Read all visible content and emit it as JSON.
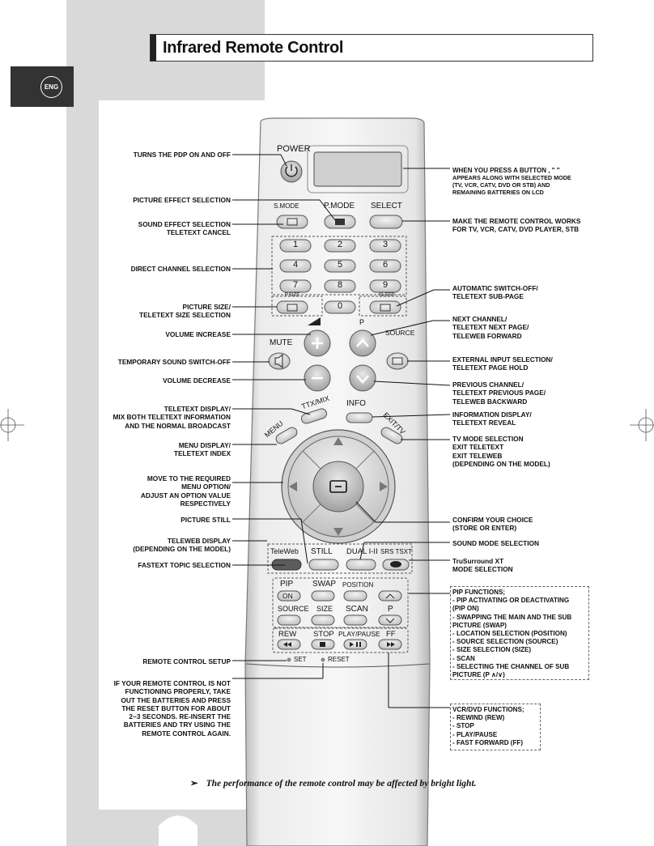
{
  "page": {
    "title": "Infrared Remote Control",
    "lang": "ENG",
    "footnote": "The performance of the remote control may be affected by bright light.",
    "footnote_arrow": "➢"
  },
  "remote": {
    "power": "POWER",
    "smode": "S.MODE",
    "pmode": "P.MODE",
    "select": "SELECT",
    "digits": [
      "1",
      "2",
      "3",
      "4",
      "5",
      "6",
      "7",
      "8",
      "9",
      "0"
    ],
    "psize": "P.SIZE",
    "sleep": "SLEEP",
    "p_label": "P",
    "source": "SOURCE",
    "mute": "MUTE",
    "ttx": "TTX/MIX",
    "info": "INFO",
    "menu": "MENU",
    "exit": "EXIT/TV",
    "teleweb": "TeleWeb",
    "still": "STILL",
    "dual": "DUAL I-II",
    "srs": "SRS TSXT",
    "pip": "PIP",
    "on": "ON",
    "swap": "SWAP",
    "position": "POSITION",
    "source2": "SOURCE",
    "size": "SIZE",
    "scan": "SCAN",
    "p2": "P",
    "rew": "REW",
    "stop": "STOP",
    "playpause": "PLAY/PAUSE",
    "ff": "FF",
    "set": "SET",
    "reset": "RESET"
  },
  "left_labels": [
    {
      "lines": [
        "TURNS THE PDP ON AND OFF"
      ]
    },
    {
      "lines": [
        "PICTURE EFFECT SELECTION"
      ]
    },
    {
      "lines": [
        "SOUND EFFECT SELECTION",
        "TELETEXT CANCEL"
      ]
    },
    {
      "lines": [
        "DIRECT CHANNEL SELECTION"
      ]
    },
    {
      "lines": [
        "PICTURE SIZE/",
        "TELETEXT SIZE SELECTION"
      ]
    },
    {
      "lines": [
        "VOLUME INCREASE"
      ]
    },
    {
      "lines": [
        "TEMPORARY SOUND SWITCH-OFF"
      ]
    },
    {
      "lines": [
        "VOLUME DECREASE"
      ]
    },
    {
      "lines": [
        "TELETEXT DISPLAY/",
        "MIX BOTH TELETEXT INFORMATION",
        "AND THE NORMAL BROADCAST"
      ]
    },
    {
      "lines": [
        "MENU DISPLAY/",
        "TELETEXT INDEX"
      ]
    },
    {
      "lines": [
        "MOVE TO THE REQUIRED",
        "MENU OPTION/",
        "ADJUST AN OPTION VALUE",
        "RESPECTIVELY"
      ]
    },
    {
      "lines": [
        "PICTURE STILL"
      ]
    },
    {
      "lines": [
        "TELEWEB DISPLAY",
        "(DEPENDING ON THE MODEL)"
      ]
    },
    {
      "lines": [
        "FASTEXT TOPIC SELECTION"
      ]
    },
    {
      "lines": [
        "REMOTE CONTROL SETUP"
      ]
    },
    {
      "lines": [
        "IF YOUR REMOTE CONTROL IS NOT",
        "FUNCTIONING PROPERLY, TAKE",
        "OUT THE BATTERIES AND PRESS",
        "THE RESET BUTTON FOR ABOUT",
        "2~3 SECONDS. RE-INSERT THE",
        "BATTERIES AND TRY  USING THE",
        "REMOTE CONTROL AGAIN."
      ]
    }
  ],
  "right_labels": [
    {
      "lines": [
        "WHEN YOU PRESS A BUTTON , \" \"",
        "APPEARS ALONG WITH SELECTED MODE",
        "(TV, VCR, CATV, DVD OR STB) AND",
        "REMAINING BATTERIES ON LCD"
      ]
    },
    {
      "lines": [
        "MAKE THE REMOTE CONTROL WORKS",
        "FOR TV, VCR, CATV, DVD PLAYER, STB"
      ]
    },
    {
      "lines": [
        "AUTOMATIC SWITCH-OFF/",
        "TELETEXT SUB-PAGE"
      ]
    },
    {
      "lines": [
        "NEXT CHANNEL/",
        "TELETEXT NEXT PAGE/",
        "TELEWEB FORWARD"
      ]
    },
    {
      "lines": [
        "EXTERNAL INPUT SELECTION/",
        "TELETEXT PAGE HOLD"
      ]
    },
    {
      "lines": [
        "PREVIOUS CHANNEL/",
        "TELETEXT PREVIOUS PAGE/",
        "TELEWEB BACKWARD"
      ]
    },
    {
      "lines": [
        "INFORMATION DISPLAY/",
        "TELETEXT REVEAL"
      ]
    },
    {
      "lines": [
        "TV MODE SELECTION",
        "EXIT TELETEXT",
        "EXIT TELEWEB",
        "(DEPENDING ON THE MODEL)"
      ]
    },
    {
      "lines": [
        "CONFIRM YOUR CHOICE",
        "(STORE OR ENTER)"
      ]
    },
    {
      "lines": [
        "SOUND MODE SELECTION"
      ]
    },
    {
      "lines": [
        "TruSurround XT",
        "MODE SELECTION"
      ]
    }
  ],
  "pip_box": {
    "lines": [
      "PIP FUNCTIONS;",
      "- PIP ACTIVATING OR DEACTIVATING",
      "  (PIP ON)",
      "- SWAPPING THE MAIN AND THE SUB",
      "  PICTURE (SWAP)",
      "- LOCATION SELECTION (POSITION)",
      "- SOURCE SELECTION (SOURCE)",
      "- SIZE SELECTION (SIZE)",
      "- SCAN",
      "- SELECTING THE CHANNEL OF SUB",
      "  PICTURE (P ∧/∨)"
    ]
  },
  "vcr_box": {
    "lines": [
      "VCR/DVD FUNCTIONS;",
      "- REWIND (REW)",
      "- STOP",
      "- PLAY/PAUSE",
      "- FAST FORWARD (FF)"
    ]
  }
}
